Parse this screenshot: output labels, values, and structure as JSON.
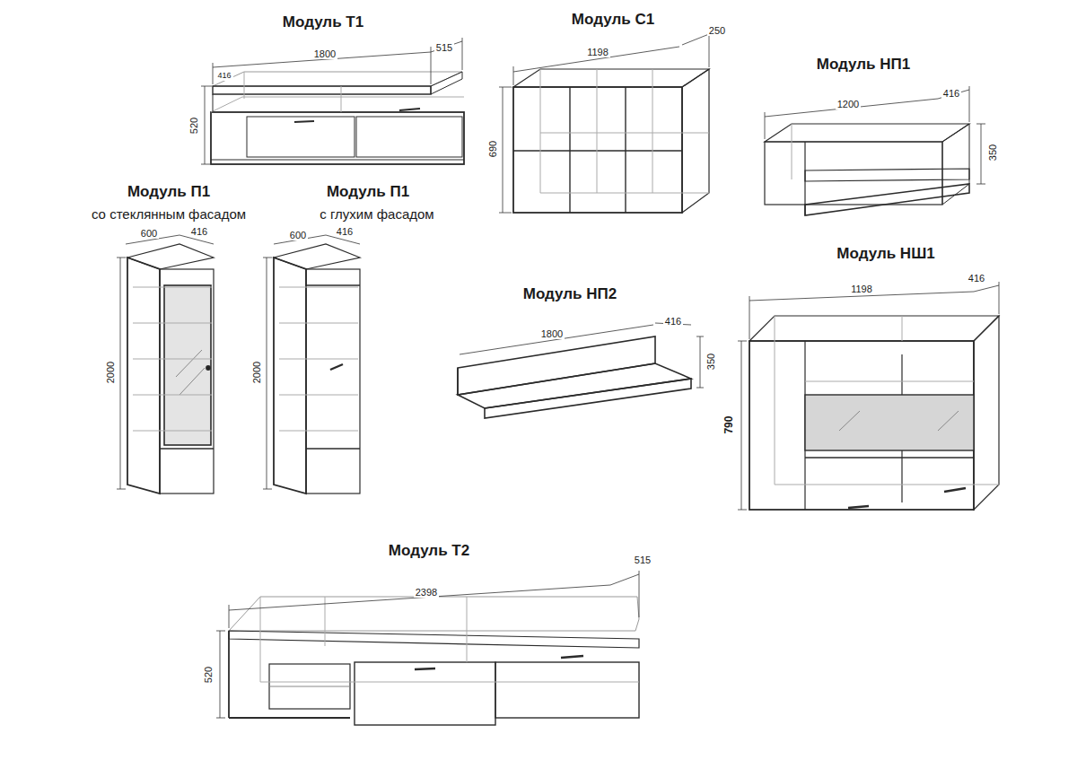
{
  "diagram": {
    "labels": [
      "Модуль Т1",
      "1800",
      "515",
      "416",
      "520",
      "Модуль С1",
      "1198",
      "250",
      "690",
      "Модуль НП1",
      "1200",
      "416",
      "350",
      "Модуль П1",
      "со стеклянным фасадом",
      "600",
      "416",
      "2000",
      "Модуль П1",
      "с глухим фасадом",
      "600",
      "416",
      "2000",
      "Модуль НП2",
      "1800",
      "416",
      "350",
      "Модуль НШ1",
      "1198",
      "416",
      "790",
      "Модуль Т2",
      "2398",
      "515",
      "520"
    ]
  }
}
